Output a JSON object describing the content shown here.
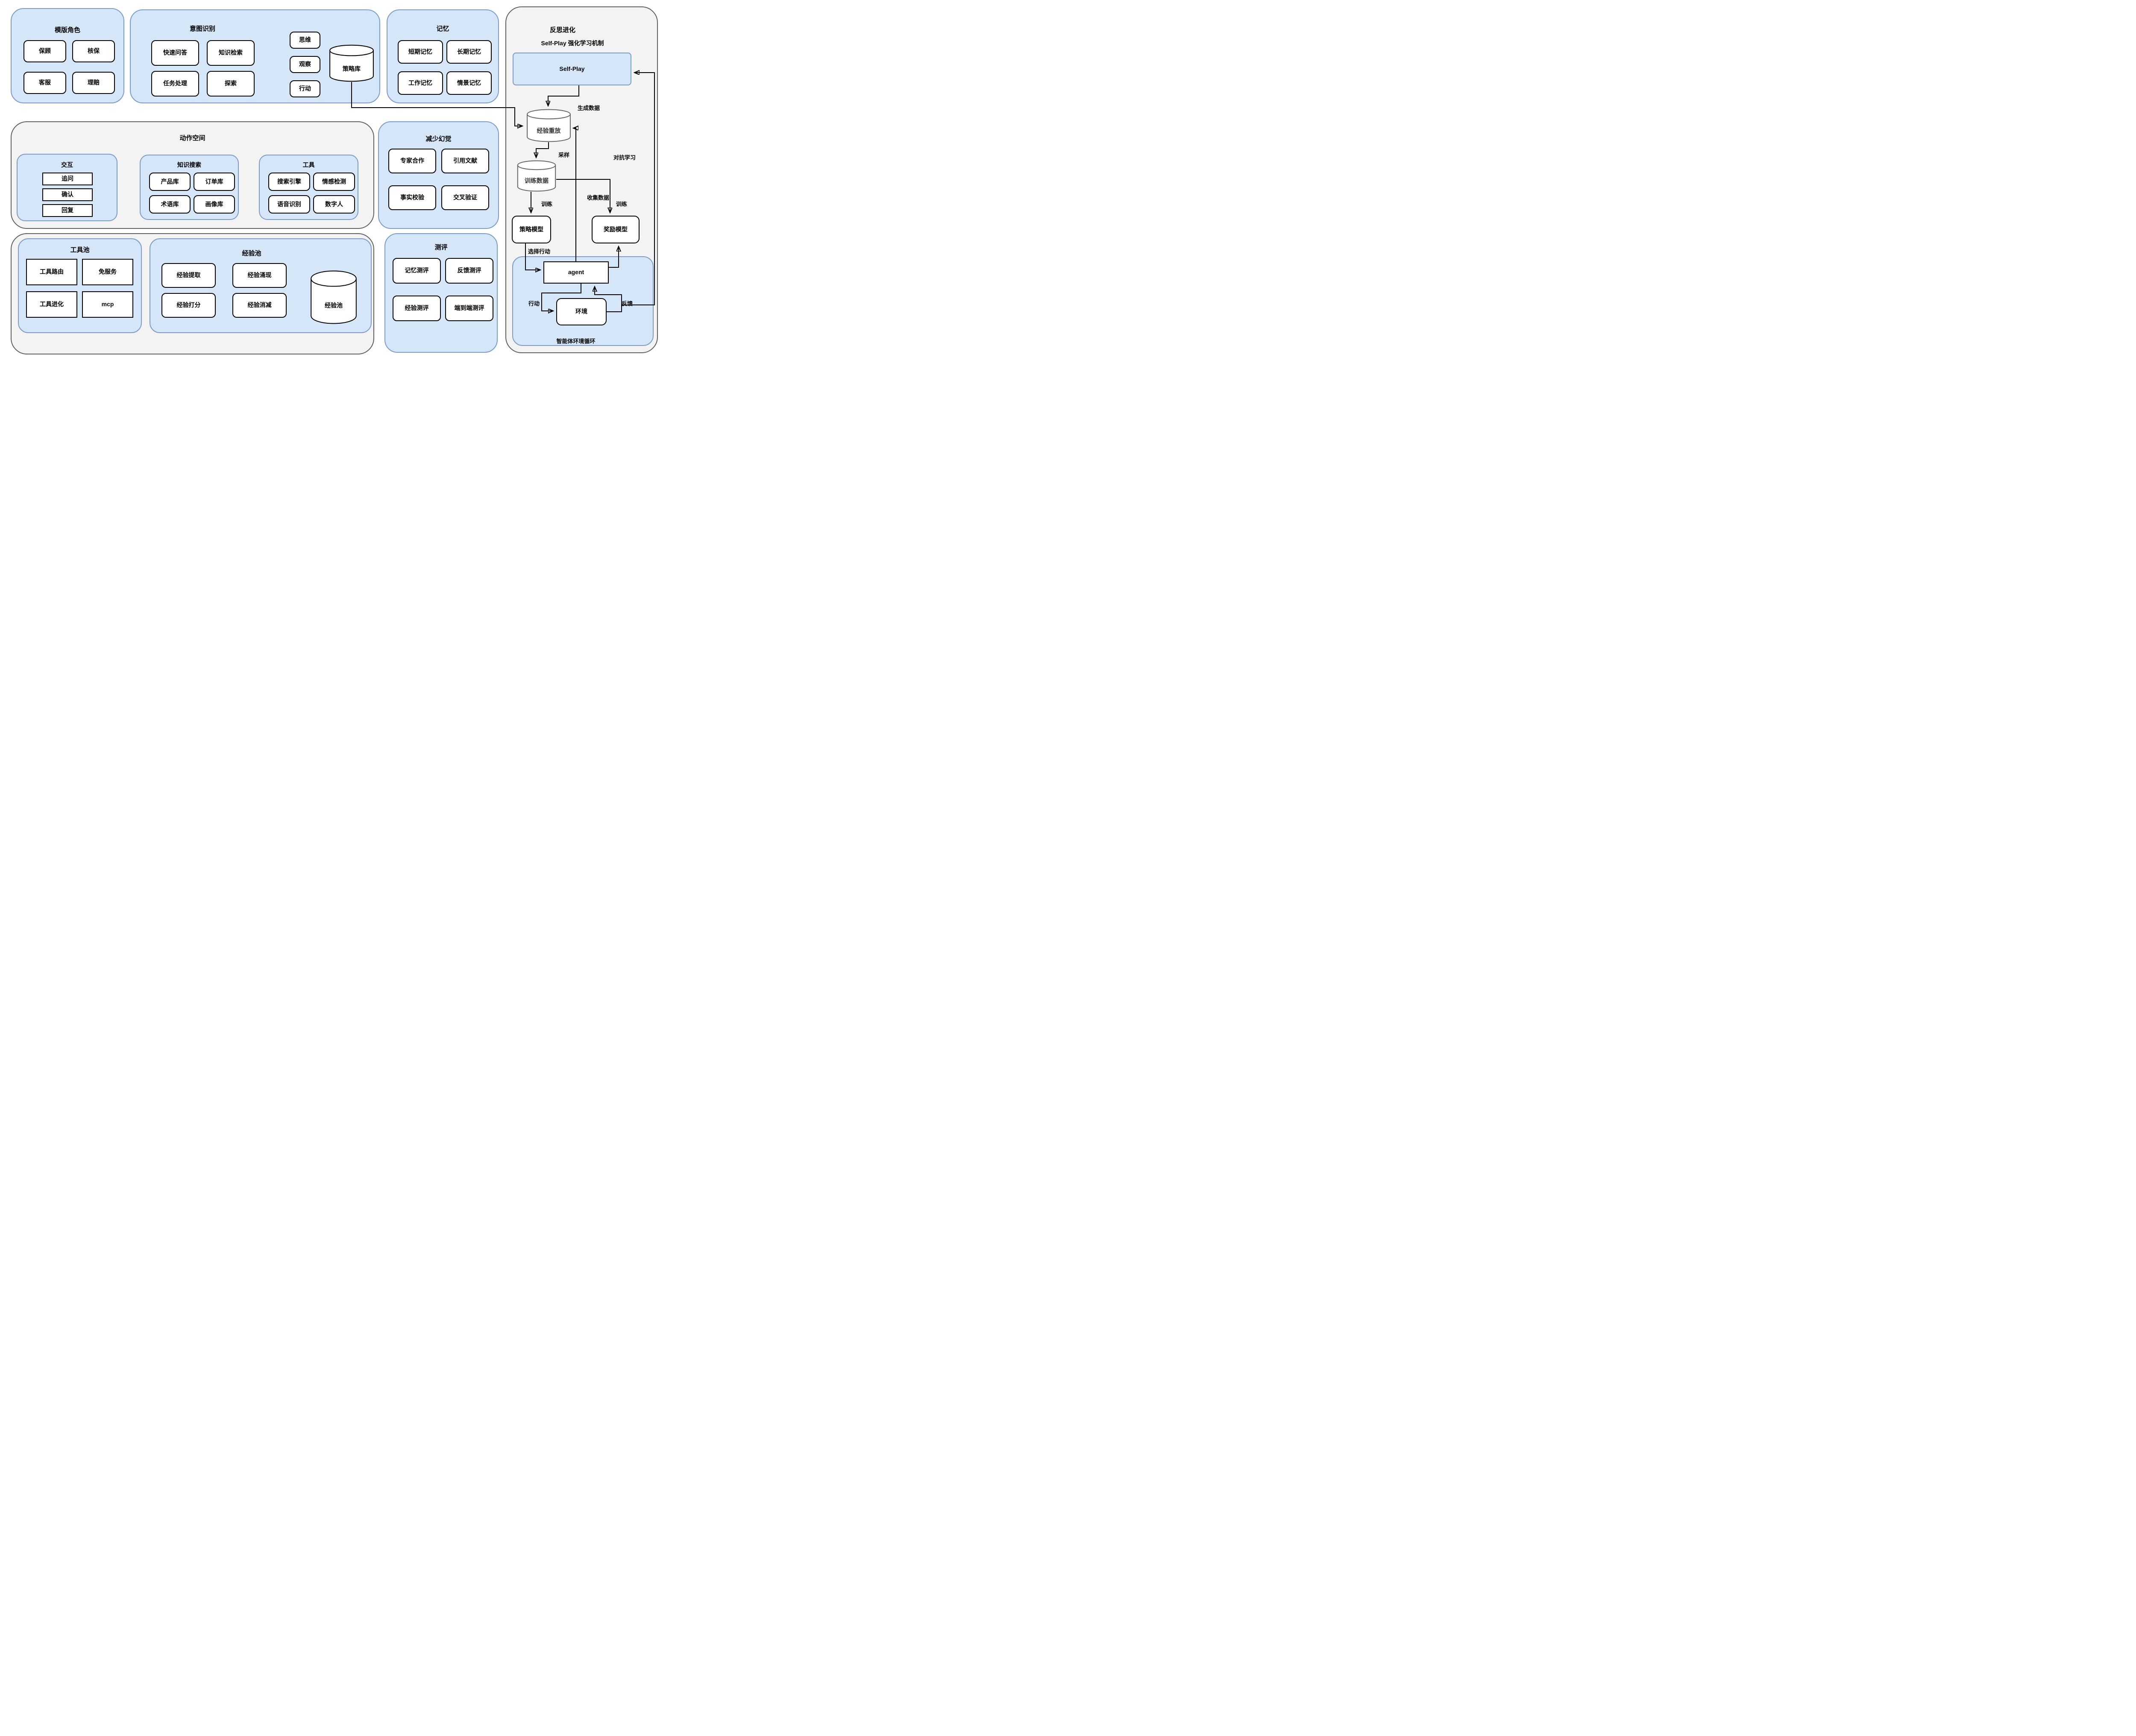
{
  "panels": {
    "template_roles": {
      "title": "模版角色",
      "items": [
        "保顾",
        "核保",
        "客服",
        "理赔"
      ]
    },
    "intent_recognition": {
      "title": "意图识别",
      "items": [
        "快速问答",
        "知识检索",
        "任务处理",
        "探索"
      ],
      "react_items": [
        "思维",
        "观察",
        "行动"
      ],
      "store": "策略库"
    },
    "memory": {
      "title": "记忆",
      "items": [
        "短期记忆",
        "长期记忆",
        "工作记忆",
        "情景记忆"
      ]
    },
    "action_space": {
      "title": "动作空间",
      "interaction": {
        "title": "交互",
        "items": [
          "追问",
          "确认",
          "回复"
        ]
      },
      "knowledge_search": {
        "title": "知识搜索",
        "items": [
          "产品库",
          "订单库",
          "术语库",
          "画像库"
        ]
      },
      "tools": {
        "title": "工具",
        "items": [
          "搜索引擎",
          "情感检测",
          "语音识别",
          "数字人"
        ]
      }
    },
    "hallucination_reduction": {
      "title": "减少幻觉",
      "items": [
        "专家合作",
        "引用文献",
        "事实校验",
        "交叉验证"
      ]
    },
    "tool_pool": {
      "title": "工具池",
      "items": [
        "工具路由",
        "免服务",
        "工具进化",
        "mcp"
      ]
    },
    "experience_pool": {
      "title": "经验池",
      "items": [
        "经验提取",
        "经验涌现",
        "经验打分",
        "经验消减"
      ],
      "store": "经验池"
    },
    "evaluation": {
      "title": "测评",
      "items": [
        "记忆测评",
        "反馈测评",
        "经验测评",
        "端到端测评"
      ]
    },
    "reflection": {
      "title": "反思进化",
      "subtitle": "Self-Play 强化学习机制",
      "self_play": "Self-Play",
      "experience_replay": "经验重放",
      "training_data": "训练数据",
      "policy_model": "策略模型",
      "reward_model": "奖励模型",
      "agent": "agent",
      "environment": "环境",
      "loop_label": "智能体环境循环",
      "edge_labels": {
        "generate_data": "生成数据",
        "sampling": "采样",
        "adversarial": "对抗学习",
        "collect_data": "收集数据",
        "train_policy": "训练",
        "train_reward": "训练",
        "select_action": "选择行动",
        "action": "行动",
        "feedback": "反馈"
      }
    }
  },
  "colors": {
    "panel_blue_fill": "#d6e6f9",
    "panel_blue_border": "#7b9bc8",
    "panel_gray_fill": "#f3f3f3",
    "panel_gray_border": "#5f5f5f",
    "node_border": "#000000",
    "gray_cylinder_stroke": "#666666"
  }
}
